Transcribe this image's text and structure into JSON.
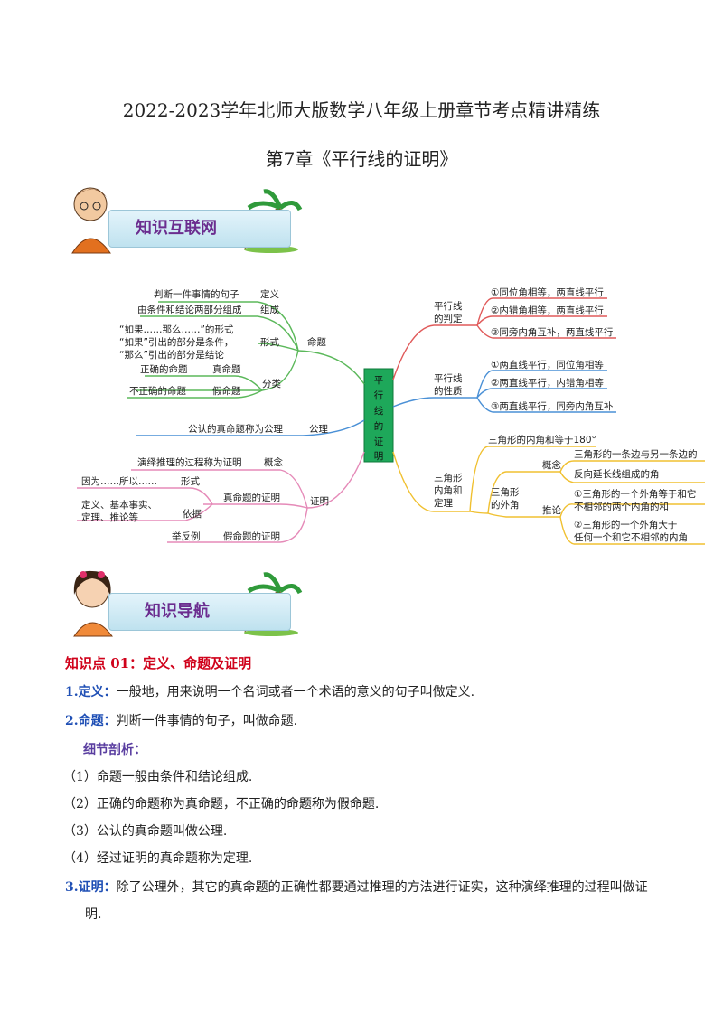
{
  "title": "2022-2023学年北师大版数学八年级上册章节考点精讲精练",
  "subtitle": "第7章《平行线的证明》",
  "banners": {
    "network": "知识互联网",
    "nav": "知识导航"
  },
  "mindmap": {
    "center": [
      "平",
      "行",
      "线",
      "的",
      "证",
      "明"
    ],
    "left": {
      "proposition": "命题",
      "def_label": "定义",
      "def_text": "判断一件事情的句子",
      "comp_label": "组成",
      "comp_text": "由条件和结论两部分组成",
      "form_label": "形式",
      "form_lines": [
        "“如果……那么……”的形式",
        "“如果”引出的部分是条件，",
        "“那么”引出的部分是结论"
      ],
      "class_label": "分类",
      "true_label": "真命题",
      "true_text": "正确的命题",
      "false_label": "假命题",
      "false_text": "不正确的命题",
      "axiom_label": "公理",
      "axiom_text": "公认的真命题称为公理",
      "proof": "证明",
      "concept_label": "概念",
      "concept_text": "演绎推理的过程称为证明",
      "true_proof": "真命题的证明",
      "form2_label": "形式",
      "form2_text": "因为……所以……",
      "basis_label": "依据",
      "basis_lines": [
        "定义、基本事实、",
        "定理、推论等"
      ],
      "false_proof": "假命题的证明",
      "counter": "举反例"
    },
    "right": {
      "judge_lines": [
        "平行线",
        "的判定"
      ],
      "judge_items": [
        "①同位角相等，两直线平行",
        "②内错角相等，两直线平行",
        "③同旁内角互补，两直线平行"
      ],
      "prop_lines": [
        "平行线",
        "的性质"
      ],
      "prop_items": [
        "①两直线平行，同位角相等",
        "②两直线平行，内错角相等",
        "③两直线平行，同旁内角互补"
      ],
      "tri_lines": [
        "三角形",
        "内角和",
        "定理"
      ],
      "tri_sum": "三角形的内角和等于180°",
      "ext_lines": [
        "三角形",
        "的外角"
      ],
      "ext_concept": "概念",
      "ext_concept_lines": [
        "三角形的一条边与另一条边的",
        "反向延长线组成的角"
      ],
      "ext_infer": "推论",
      "infer1_lines": [
        "①三角形的一个外角等于和它",
        "不相邻的两个内角的和"
      ],
      "infer2_lines": [
        "②三角形的一个外角大于",
        "任何一个和它不相邻的内角"
      ]
    }
  },
  "body": {
    "kp_heading": "知识点 01：定义、命题及证明",
    "p1_label": "1.定义：",
    "p1_text": "一般地，用来说明一个名词或者一个术语的意义的句子叫做定义.",
    "p2_label": "2.命题：",
    "p2_text": "判断一件事情的句子，叫做命题.",
    "detail": "细节剖析：",
    "d1": "（1）命题一般由条件和结论组成.",
    "d2": "（2）正确的命题称为真命题，不正确的命题称为假命题.",
    "d3": "（3）公认的真命题叫做公理.",
    "d4": "（4）经过证明的真命题称为定理.",
    "p3_label": "3.证明：",
    "p3_text": "除了公理外，其它的真命题的正确性都要通过推理的方法进行证实，这种演绎推理的过程叫做证",
    "p3_cont": "明."
  }
}
